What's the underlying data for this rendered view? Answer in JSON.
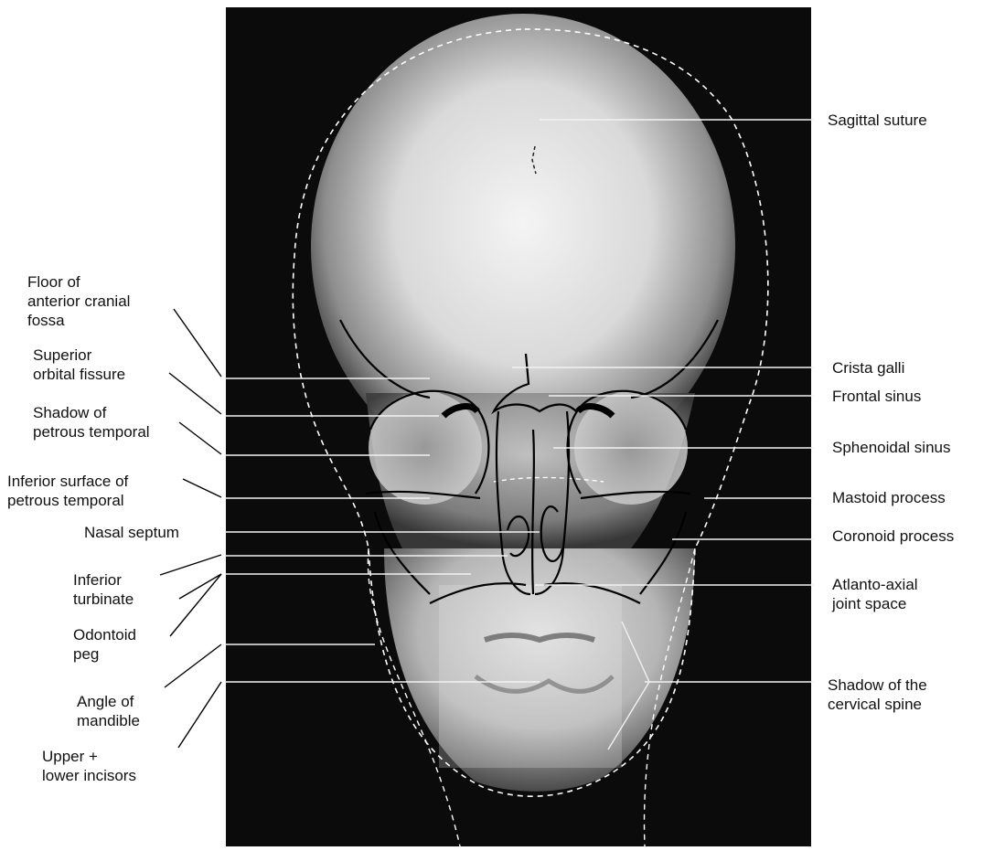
{
  "figure": {
    "kind": "Frontal (occipito-frontal) skull radiograph with annotated anatomical landmarks"
  },
  "labels_left": [
    {
      "id": "floor-anterior-cranial-fossa",
      "text": "Floor of\nanterior cranial\nfossa"
    },
    {
      "id": "superior-orbital-fissure",
      "text": "Superior\norbital fissure"
    },
    {
      "id": "shadow-petrous-temporal",
      "text": "Shadow of\npetrous temporal"
    },
    {
      "id": "inferior-surface-petrous-temporal",
      "text": "Inferior surface of\npetrous temporal"
    },
    {
      "id": "nasal-septum",
      "text": "Nasal septum"
    },
    {
      "id": "inferior-turbinate",
      "text": "Inferior\nturbinate"
    },
    {
      "id": "odontoid-peg",
      "text": "Odontoid\npeg"
    },
    {
      "id": "angle-of-mandible",
      "text": "Angle of\nmandible"
    },
    {
      "id": "upper-lower-incisors",
      "text": "Upper +\nlower incisors"
    }
  ],
  "labels_right": [
    {
      "id": "sagittal-suture",
      "text": "Sagittal suture"
    },
    {
      "id": "crista-galli",
      "text": "Crista galli"
    },
    {
      "id": "frontal-sinus",
      "text": "Frontal sinus"
    },
    {
      "id": "sphenoidal-sinus",
      "text": "Sphenoidal sinus"
    },
    {
      "id": "mastoid-process",
      "text": "Mastoid process"
    },
    {
      "id": "coronoid-process",
      "text": "Coronoid process"
    },
    {
      "id": "atlanto-axial-joint-space",
      "text": "Atlanto-axial\njoint space"
    },
    {
      "id": "shadow-cervical-spine",
      "text": "Shadow of the\ncervical spine"
    }
  ],
  "colors": {
    "background": "#ffffff",
    "xray_dark": "#0b0b0b",
    "bone_light": "#e6e6e6",
    "leader_line": "#f2f2f2",
    "outline": "#000000",
    "text": "#111111"
  }
}
